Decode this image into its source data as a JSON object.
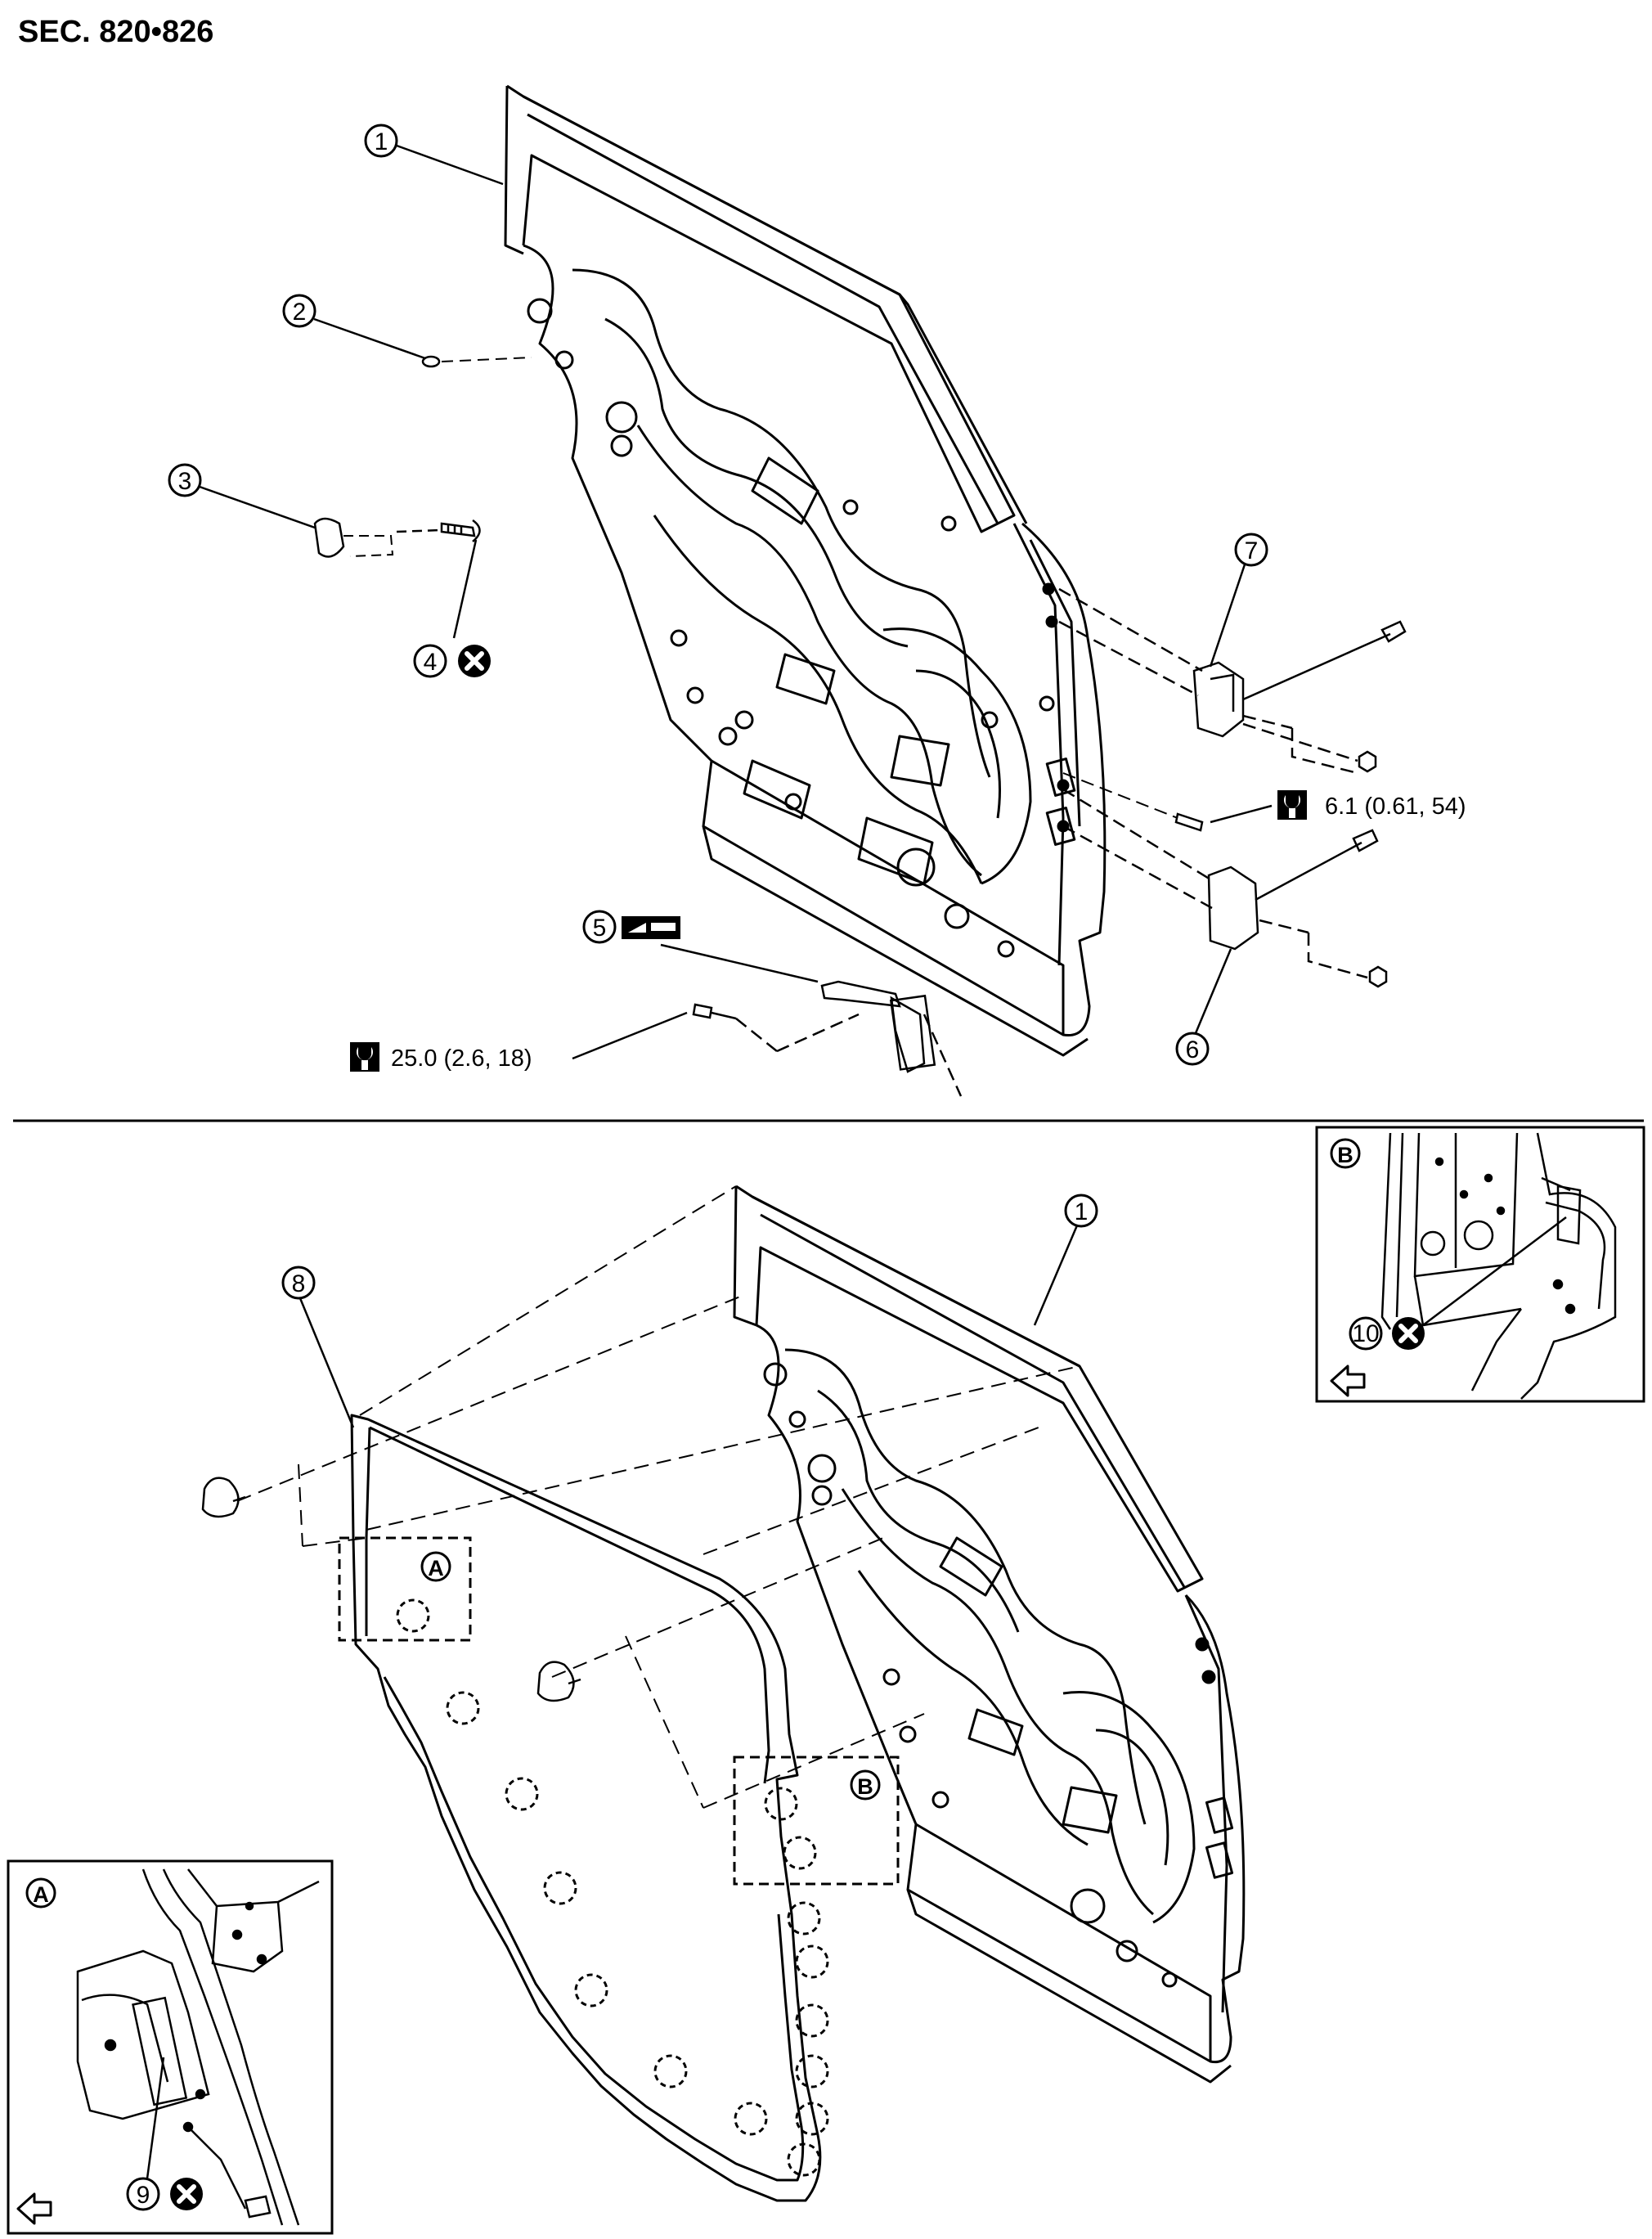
{
  "section": "SEC. 820•826",
  "callouts": {
    "c1_top": "1",
    "c2": "2",
    "c3": "3",
    "c4": "4",
    "c5": "5",
    "c6": "6",
    "c7": "7",
    "c1_bottom": "1",
    "c8": "8",
    "c9": "9",
    "c10": "10"
  },
  "torques": {
    "hinge_bolt": "6.1 (0.61, 54)",
    "check_link_bolt": "25.0 (2.6, 18)"
  },
  "detail_labels": {
    "a_main": "A",
    "b_main": "B",
    "a_inset": "A",
    "b_inset": "B"
  },
  "icons": {
    "torque": "torque-wrench-icon",
    "do_not_reuse": "do-not-reuse-icon",
    "grease": "grease-apply-icon",
    "front_arrow": "vehicle-front-arrow-icon"
  }
}
